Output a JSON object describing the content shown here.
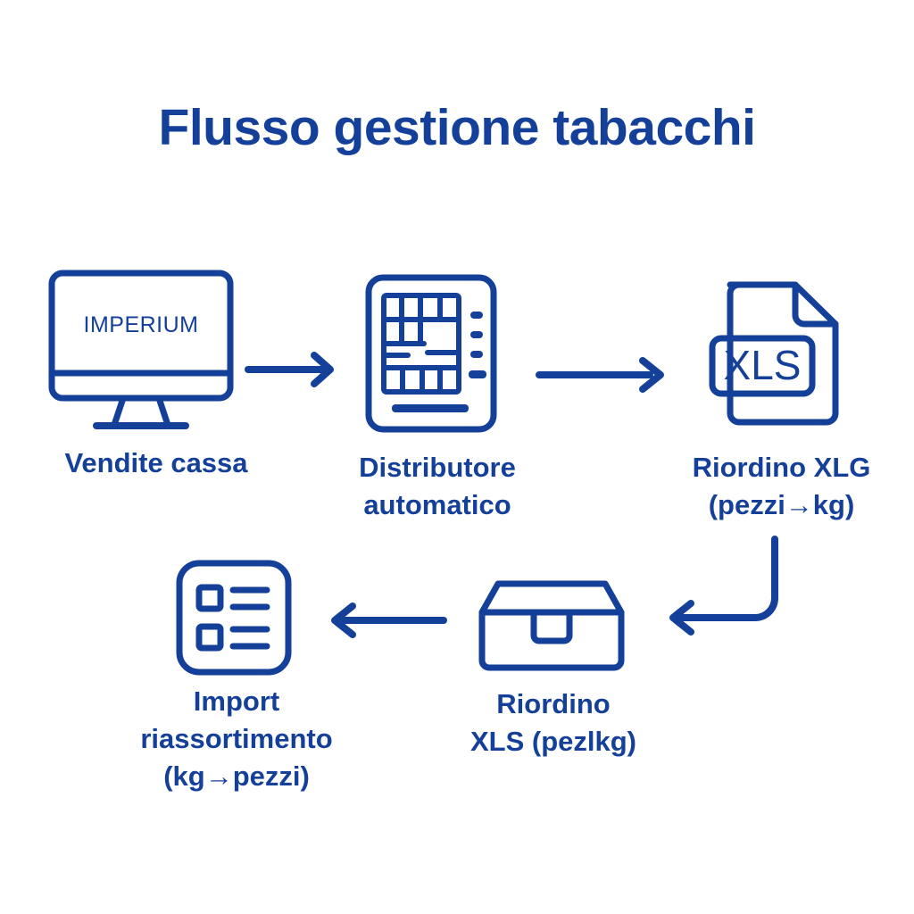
{
  "page": {
    "title": "Flusso gestione tabacchi",
    "background_color": "#ffffff",
    "accent_color": "#14409A"
  },
  "diagram": {
    "type": "process-flow",
    "direction": "left-to-right then wrap right-to-left",
    "nodes": [
      {
        "id": "vendite-cassa",
        "order": 1,
        "icon": "desktop-monitor-icon",
        "screen_text": "IMPERIUM",
        "label_lines": [
          "Vendite cassa"
        ]
      },
      {
        "id": "distributore-automatico",
        "order": 2,
        "icon": "vending-machine-icon",
        "label_lines": [
          "Distributore",
          "automatico"
        ]
      },
      {
        "id": "riordino-xlg",
        "order": 3,
        "icon": "xls-file-icon",
        "badge_text": "XLS",
        "label_lines": [
          "Riordino XLG",
          "(pezzi→kg)"
        ]
      },
      {
        "id": "riordino-xls",
        "order": 4,
        "icon": "box-carton-icon",
        "label_lines": [
          "Riordino",
          "XLS (pezlkg)"
        ]
      },
      {
        "id": "import-riassortimento",
        "order": 5,
        "icon": "checklist-icon",
        "label_lines": [
          "Import",
          "riassortimento",
          "(kg→pezzi)"
        ]
      }
    ],
    "connectors": [
      {
        "id": "c1",
        "from": "vendite-cassa",
        "to": "distributore-automatico",
        "style": "straight-arrow-right"
      },
      {
        "id": "c2",
        "from": "distributore-automatico",
        "to": "riordino-xlg",
        "style": "straight-arrow-right"
      },
      {
        "id": "c3",
        "from": "riordino-xlg",
        "to": "riordino-xls",
        "style": "elbow-arrow-down-left"
      },
      {
        "id": "c4",
        "from": "riordino-xls",
        "to": "import-riassortimento",
        "style": "straight-arrow-left"
      }
    ]
  }
}
